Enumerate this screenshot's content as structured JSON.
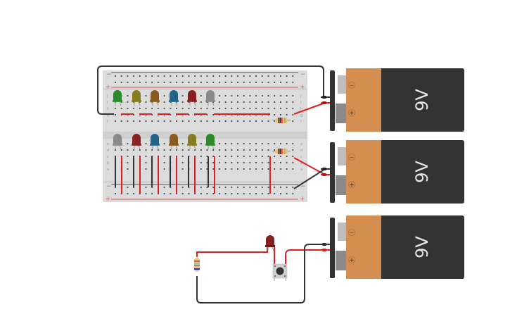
{
  "colors": {
    "breadboard": "#dcdcdc",
    "breadboard_center": "#cfcfcf",
    "hole": "#3a3a3a",
    "rail_red": "#d9534f",
    "rail_dark": "#555555",
    "wire_red": "#e02020",
    "wire_black": "#333333",
    "battery_body": "#333333",
    "battery_label": "#d38e50",
    "battery_text": "#e8e8e8"
  },
  "breadboard": {
    "columns": 30,
    "row_labels_top": [
      "j",
      "i",
      "h",
      "g",
      "f"
    ],
    "row_labels_bottom": [
      "e",
      "d",
      "c",
      "b",
      "a"
    ],
    "rail_minus": "−",
    "rail_plus": "+"
  },
  "leds_top": [
    {
      "color": "#2a8a2a",
      "name": "green"
    },
    {
      "color": "#8a7a20",
      "name": "olive"
    },
    {
      "color": "#8a5a20",
      "name": "brown"
    },
    {
      "color": "#20648a",
      "name": "blue"
    },
    {
      "color": "#8a2020",
      "name": "red"
    },
    {
      "color": "#8a8a8a",
      "name": "gray"
    }
  ],
  "leds_bottom": [
    {
      "color": "#8a8a8a",
      "name": "gray"
    },
    {
      "color": "#8a2020",
      "name": "red"
    },
    {
      "color": "#20648a",
      "name": "blue"
    },
    {
      "color": "#8a5a20",
      "name": "brown"
    },
    {
      "color": "#8a7a20",
      "name": "olive"
    },
    {
      "color": "#2a8a2a",
      "name": "green"
    }
  ],
  "batteries": [
    {
      "label": "9V",
      "minus": "−",
      "plus": "+"
    },
    {
      "label": "9V",
      "minus": "−",
      "plus": "+"
    },
    {
      "label": "9V",
      "minus": "−",
      "plus": "+"
    }
  ],
  "standalone_led": {
    "color": "#8a2020"
  }
}
